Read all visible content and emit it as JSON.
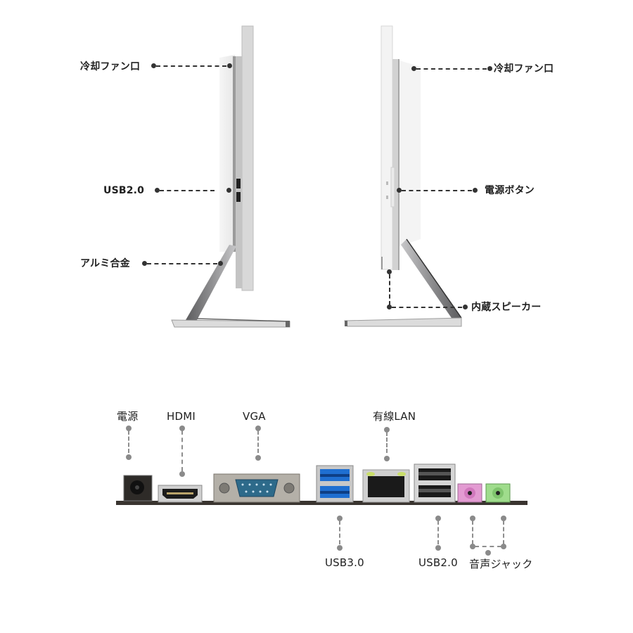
{
  "monitor_left": {
    "view": "left-side",
    "callouts": [
      {
        "id": "fan",
        "label": "冷却ファン口"
      },
      {
        "id": "usb",
        "label": "USB2.0"
      },
      {
        "id": "stand",
        "label": "アルミ合金"
      }
    ]
  },
  "monitor_right": {
    "view": "right-side",
    "callouts": [
      {
        "id": "fan",
        "label": "冷却ファン口"
      },
      {
        "id": "power",
        "label": "電源ボタン"
      },
      {
        "id": "speaker",
        "label": "内蔵スピーカー"
      }
    ]
  },
  "rear_io": {
    "top_labels": [
      {
        "id": "power",
        "label": "電源"
      },
      {
        "id": "hdmi",
        "label": "HDMI"
      },
      {
        "id": "vga",
        "label": "VGA"
      },
      {
        "id": "lan",
        "label": "有線LAN"
      }
    ],
    "bottom_labels": [
      {
        "id": "usb3",
        "label": "USB3.0"
      },
      {
        "id": "usb2",
        "label": "USB2.0"
      },
      {
        "id": "audio",
        "label": "音声ジャック"
      }
    ],
    "colors": {
      "usb3_blue": "#1f6fd1",
      "vga_blue": "#2d6a8a",
      "audio_pink": "#e39bd2",
      "audio_green": "#9fdc8c",
      "lan_led": "#c9de6a",
      "pcb": "#3a3530"
    }
  }
}
